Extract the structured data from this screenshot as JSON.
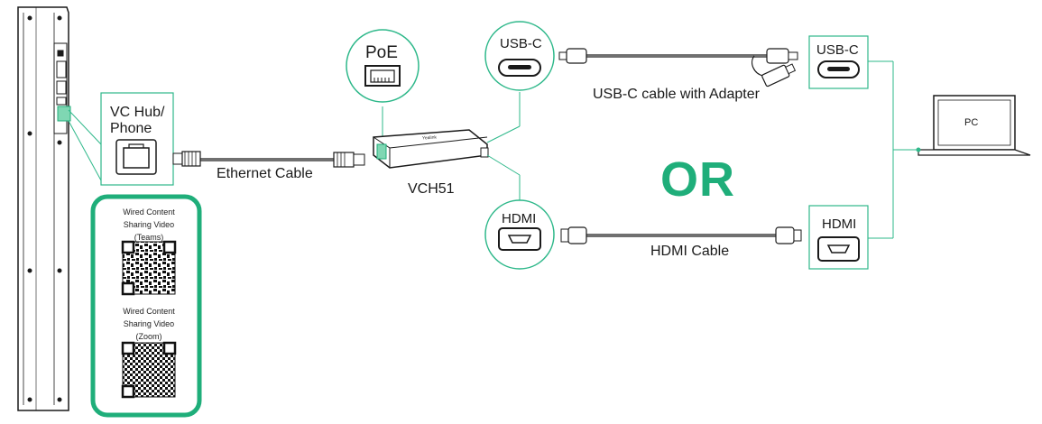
{
  "labels": {
    "hub_line1": "VC Hub/",
    "hub_line2": "Phone",
    "ethernet_cable": "Ethernet Cable",
    "vch51": "VCH51",
    "poe": "PoE",
    "usbc_left": "USB-C",
    "usbc_right": "USB-C",
    "usbc_cable": "USB-C cable with Adapter",
    "hdmi_left": "HDMI",
    "hdmi_right": "HDMI",
    "hdmi_cable": "HDMI Cable",
    "or": "OR",
    "pc": "PC",
    "device_brand": "Yealink"
  },
  "qr": {
    "teams_line1": "Wired Content",
    "teams_line2": "Sharing Video",
    "teams_line3": "(Teams)",
    "zoom_line1": "Wired Content",
    "zoom_line2": "Sharing Video",
    "zoom_line3": "(Zoom)"
  },
  "colors": {
    "accent": "#1fae7a",
    "line": "#2eb88a",
    "stroke": "#1a1a1a"
  }
}
